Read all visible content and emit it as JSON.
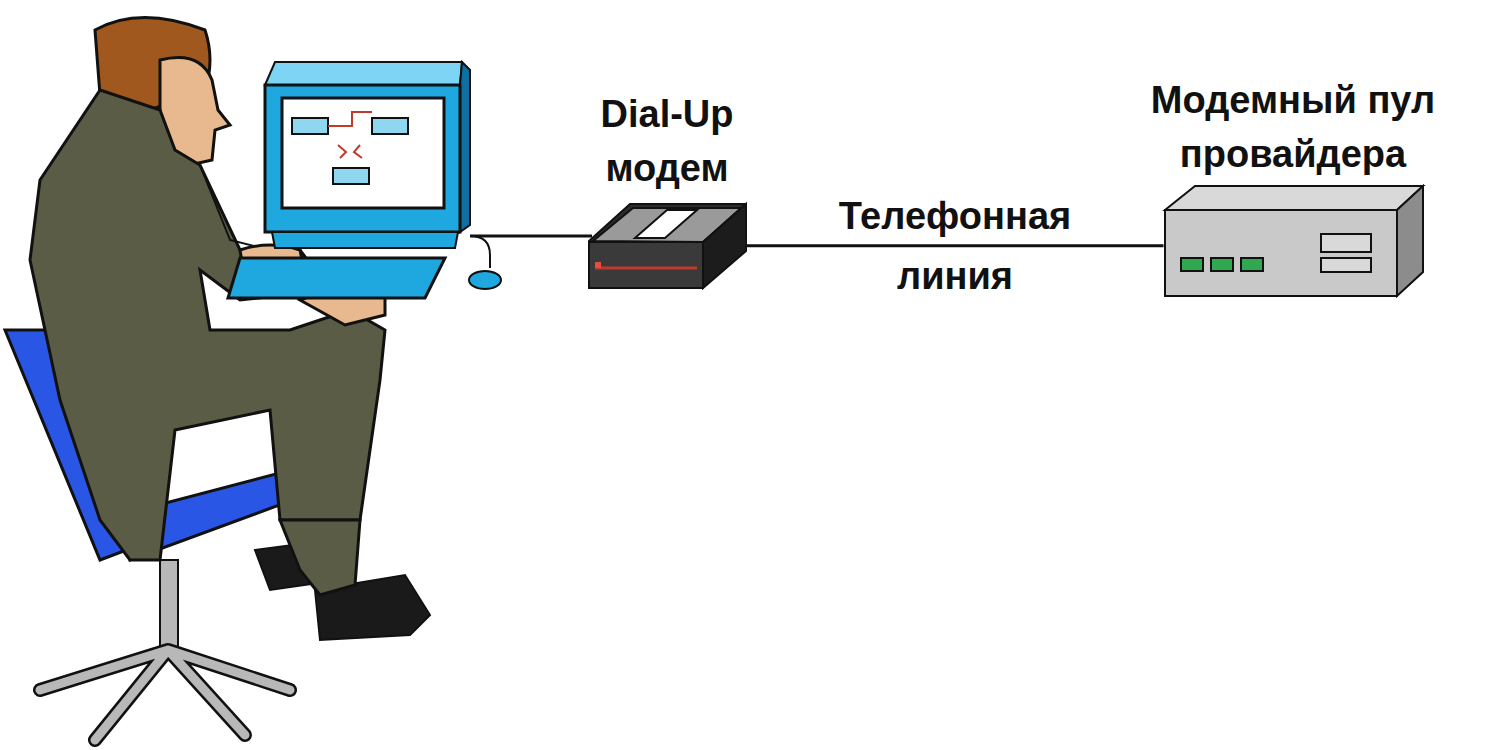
{
  "diagram": {
    "nodes": [
      {
        "text": [
          "Dial-Up модем"
        ]
      },
      {
        "text": [
          "Модемный пул провайдера"
        ]
      }
    ],
    "edges": [
      {
        "from": 0,
        "to": 1,
        "arrow": "none",
        "label": "Телефонная линия"
      }
    ]
  }
}
